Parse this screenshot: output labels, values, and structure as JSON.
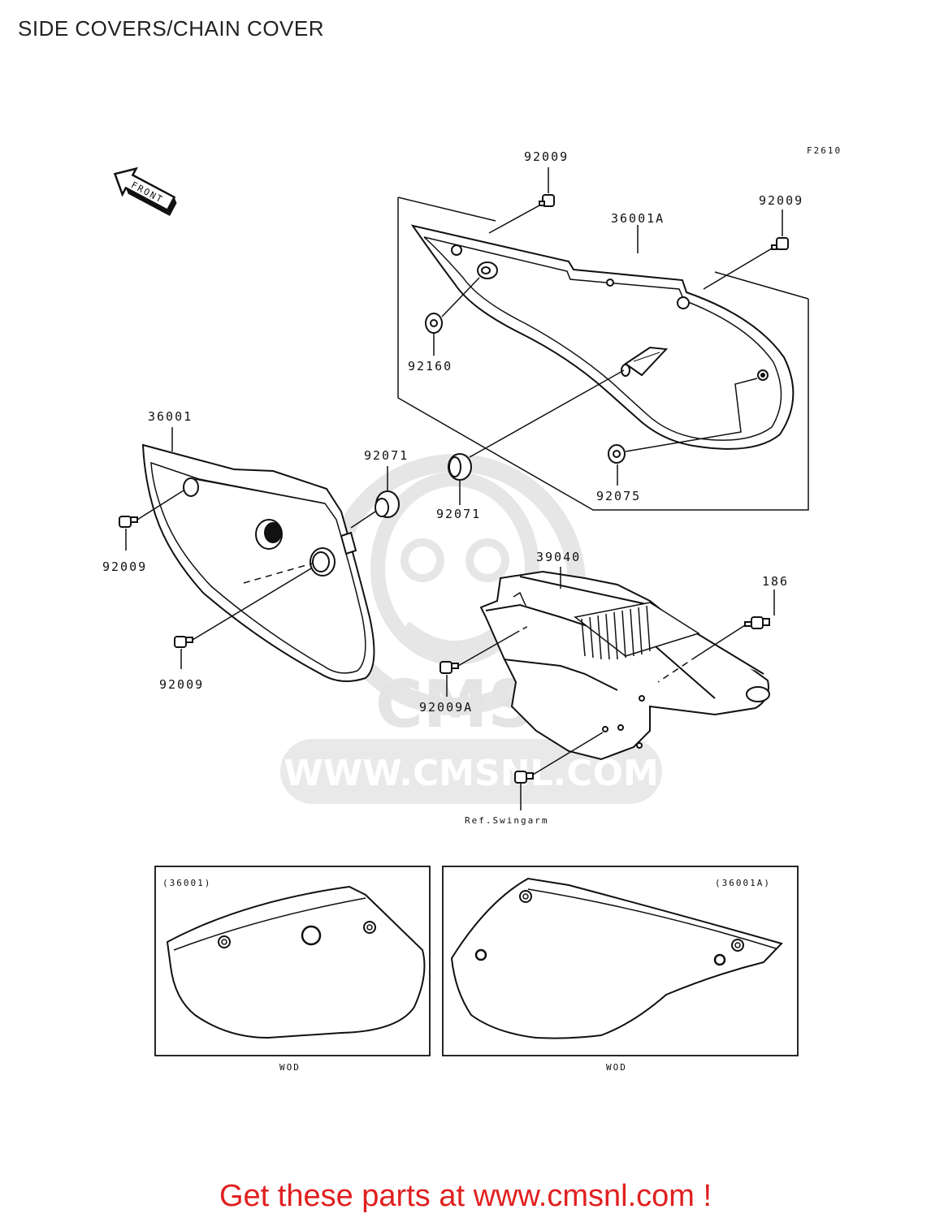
{
  "title": "SIDE COVERS/CHAIN COVER",
  "figure_code": "F2610",
  "front_label": "FRONT",
  "watermark": {
    "text": "WWW.CMSNL.COM",
    "logo_text": "CMS"
  },
  "parts": {
    "p92009_top": "92009",
    "p92009_right": "92009",
    "p36001A": "36001A",
    "p92160": "92160",
    "p36001": "36001",
    "p92071_left": "92071",
    "p92071_right": "92071",
    "p92075": "92075",
    "p92009_left_upper": "92009",
    "p92009_left_lower": "92009",
    "p39040": "39040",
    "p186": "186",
    "p92009A": "92009A",
    "ref_swingarm": "Ref.Swingarm"
  },
  "insets": {
    "left": {
      "label": "(36001)",
      "caption": "WOD"
    },
    "right": {
      "label": "(36001A)",
      "caption": "WOD"
    }
  },
  "footer": "Get these parts at www.cmsnl.com !",
  "colors": {
    "footer": "#e02020",
    "watermark": "#e6e6e6",
    "line": "#111111"
  }
}
